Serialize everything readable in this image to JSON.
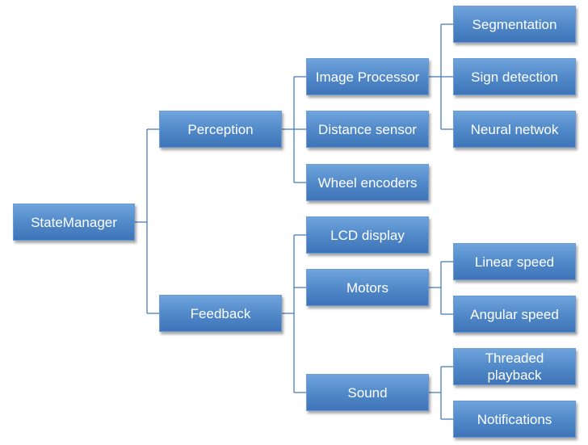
{
  "diagram": {
    "root": "StateManager",
    "perception": {
      "label": "Perception",
      "image_processor": "Image Processor",
      "distance_sensor": "Distance sensor",
      "wheel_encoders": "Wheel encoders",
      "segmentation": "Segmentation",
      "sign_detection": "Sign detection",
      "neural_network": "Neural netwok"
    },
    "feedback": {
      "label": "Feedback",
      "lcd_display": "LCD display",
      "motors": "Motors",
      "sound": "Sound",
      "linear_speed": "Linear speed",
      "angular_speed": "Angular speed",
      "threaded_playback": "Threaded playback",
      "notifications": "Notifications"
    }
  }
}
